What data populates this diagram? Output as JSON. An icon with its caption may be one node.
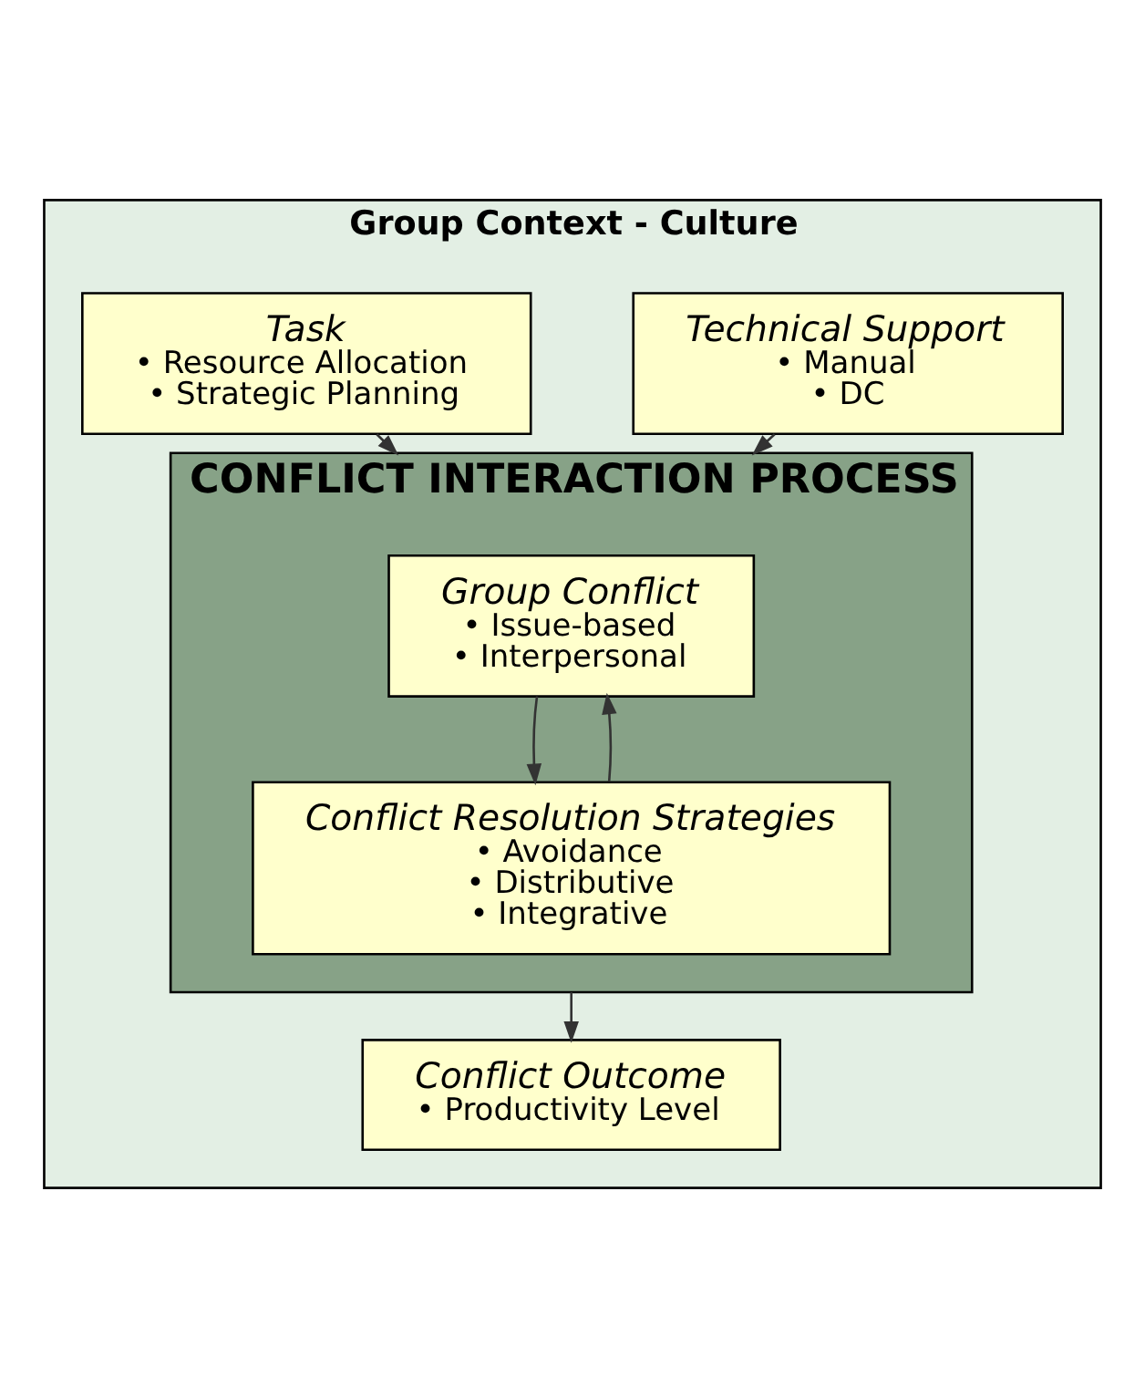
{
  "diagram": {
    "nodes": [
      {
        "text": [
          "Group Context - Culture"
        ]
      },
      {
        "text": [
          "Technical Support",
          "• Manual",
          "• DC"
        ],
        "in": 0
      },
      {
        "text": [
          "Task",
          "• Resource Allocation",
          "• Strategic Planning"
        ],
        "in": 0
      },
      {
        "text": [
          "CONFLICT INTERACTION PROCESS"
        ],
        "in": 0
      },
      {
        "text": [
          "Group Conflict",
          "• Issue-based",
          "• Interpersonal"
        ],
        "in": 3
      },
      {
        "text": [
          "Conflict Resolution Strategies",
          "• Avoidance",
          "• Distributive",
          "• Integrative"
        ],
        "in": 3
      },
      {
        "text": [
          "Conflict Outcome",
          "• Productivity Level"
        ],
        "in": 0
      }
    ],
    "edges": [
      {
        "from": 1,
        "to": 3,
        "arrow": "to"
      },
      {
        "from": 2,
        "to": 3,
        "arrow": "to"
      },
      {
        "from": 4,
        "to": 5,
        "arrow": "to"
      },
      {
        "from": 5,
        "to": 4,
        "arrow": "to"
      },
      {
        "from": 3,
        "to": 6,
        "arrow": "to"
      }
    ]
  }
}
